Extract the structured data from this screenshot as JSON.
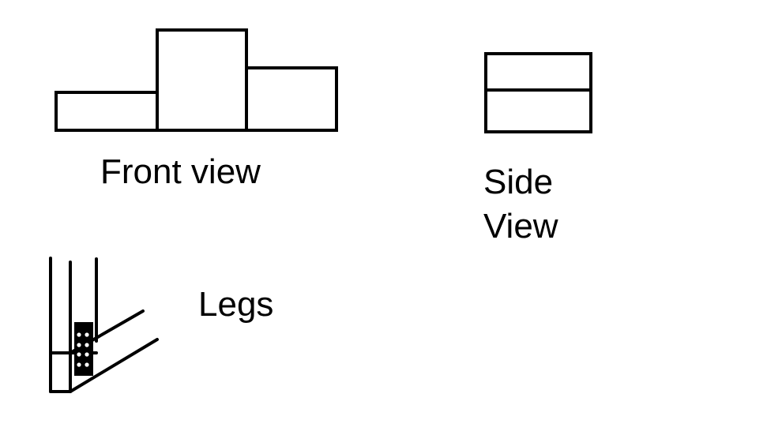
{
  "labels": {
    "front_view": "Front view",
    "side_view_line1": "Side",
    "side_view_line2": "View",
    "legs": "Legs"
  },
  "colors": {
    "ink": "#000000",
    "background": "#ffffff"
  }
}
